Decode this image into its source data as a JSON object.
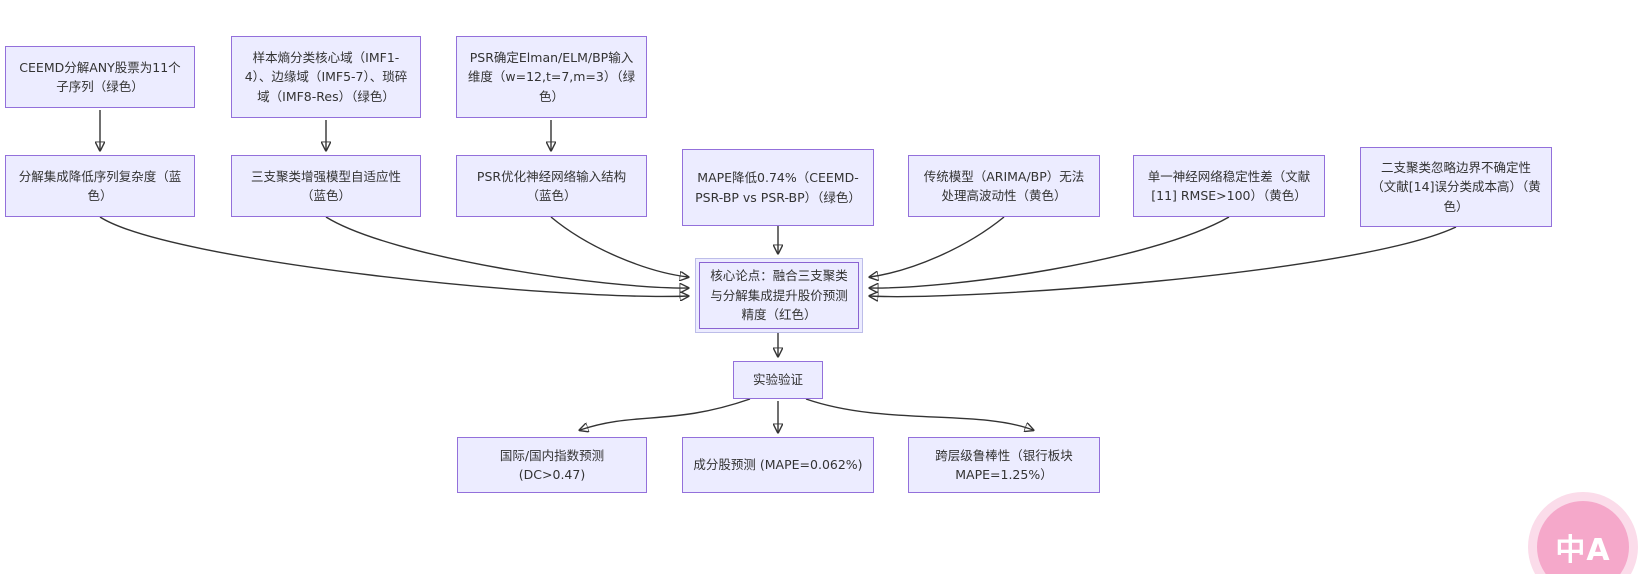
{
  "diagram": {
    "type": "flowchart",
    "nodes": {
      "ceemd": {
        "label": "CEEMD分解ANY股票为11个子序列（绿色）"
      },
      "sample_entropy": {
        "label": "样本熵分类核心域（IMF1-4）、边缘域（IMF5-7）、琐碎域（IMF8-Res）（绿色）"
      },
      "psr_dim": {
        "label": "PSR确定Elman/ELM/BP输入维度（w=12,t=7,m=3）（绿色）"
      },
      "decompose": {
        "label": "分解集成降低序列复杂度（蓝色）"
      },
      "three_way": {
        "label": "三支聚类增强模型自适应性（蓝色）"
      },
      "psr_opt": {
        "label": "PSR优化神经网络输入结构（蓝色）"
      },
      "mape_green": {
        "label": "MAPE降低0.74%（CEEMD-PSR-BP vs PSR-BP）（绿色）"
      },
      "traditional": {
        "label": "传统模型（ARIMA/BP）无法处理高波动性（黄色）"
      },
      "single_nn": {
        "label": "单一神经网络稳定性差（文献[11] RMSE>100）（黄色）"
      },
      "two_way": {
        "label": "二支聚类忽略边界不确定性（文献[14]误分类成本高）（黄色）"
      },
      "core": {
        "label": "核心论点：融合三支聚类与分解集成提升股价预测精度（红色）"
      },
      "experiment": {
        "label": "实验验证"
      },
      "index_pred": {
        "label": "国际/国内指数预测 (DC>0.47)"
      },
      "component_pred": {
        "label": "成分股预测 (MAPE=0.062%)"
      },
      "robustness": {
        "label": "跨层级鲁棒性（银行板块 MAPE=1.25%）"
      }
    },
    "edges": [
      {
        "from": "ceemd",
        "to": "decompose"
      },
      {
        "from": "sample_entropy",
        "to": "three_way"
      },
      {
        "from": "psr_dim",
        "to": "psr_opt"
      },
      {
        "from": "decompose",
        "to": "core"
      },
      {
        "from": "three_way",
        "to": "core"
      },
      {
        "from": "psr_opt",
        "to": "core"
      },
      {
        "from": "mape_green",
        "to": "core"
      },
      {
        "from": "traditional",
        "to": "core"
      },
      {
        "from": "single_nn",
        "to": "core"
      },
      {
        "from": "two_way",
        "to": "core"
      },
      {
        "from": "core",
        "to": "experiment"
      },
      {
        "from": "experiment",
        "to": "index_pred"
      },
      {
        "from": "experiment",
        "to": "component_pred"
      },
      {
        "from": "experiment",
        "to": "robustness"
      }
    ]
  },
  "badge": {
    "label": "中A"
  },
  "colors": {
    "node_fill": "#ececff",
    "node_border": "#9370db",
    "core_inner_border": "#8a63d2",
    "core_outer_border": "#bdbde9",
    "edge": "#333333",
    "text": "#333333",
    "badge": "#f5a8ca",
    "badge_halo": "#fbdcea"
  }
}
